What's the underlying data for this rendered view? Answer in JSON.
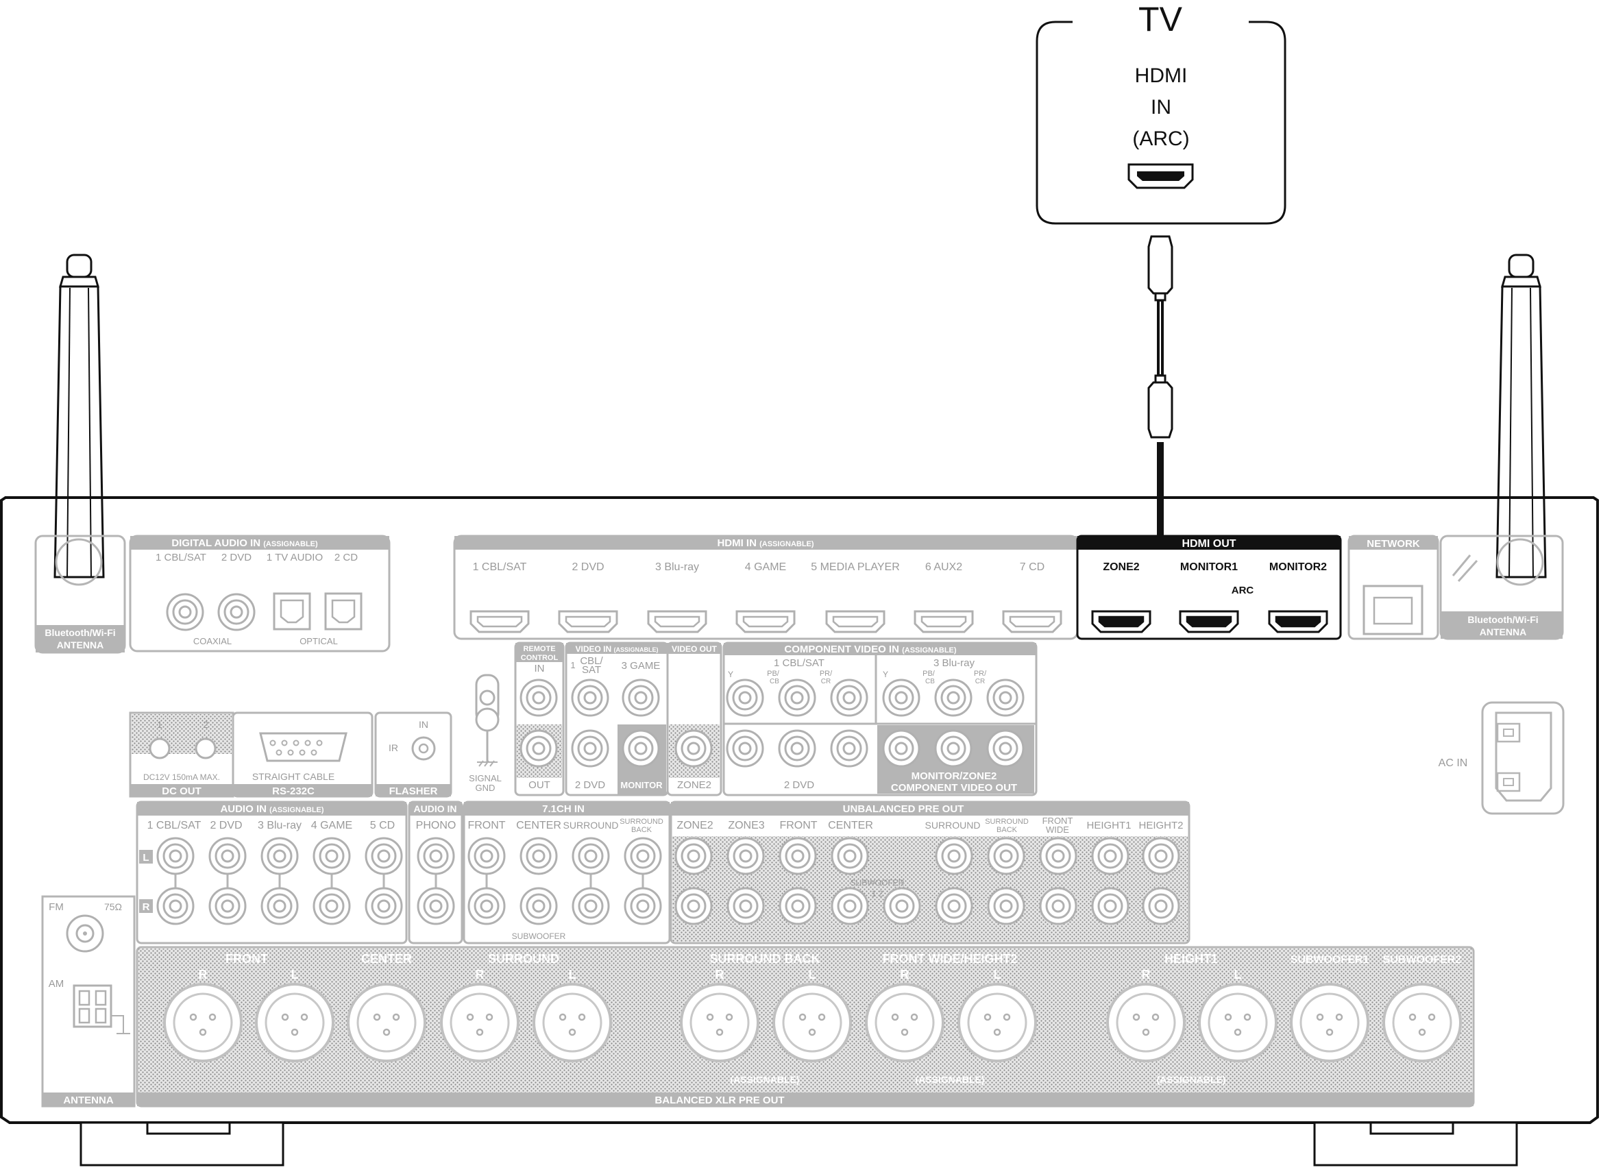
{
  "tv": {
    "title": "TV",
    "port_label_1": "HDMI",
    "port_label_2": "IN",
    "port_label_3": "(ARC)"
  },
  "left_antenna": {
    "label_1": "Bluetooth/Wi-Fi",
    "label_2": "ANTENNA"
  },
  "right_antenna": {
    "label_1": "Bluetooth/Wi-Fi",
    "label_2": "ANTENNA"
  },
  "digital_audio_in": {
    "header": "DIGITAL AUDIO IN",
    "header_note": "(ASSIGNABLE)",
    "inputs": [
      "1 CBL/SAT",
      "2 DVD",
      "1 TV AUDIO",
      "2 CD"
    ],
    "coaxial": "COAXIAL",
    "optical": "OPTICAL"
  },
  "hdmi_in": {
    "header": "HDMI IN",
    "header_note": "(ASSIGNABLE)",
    "inputs": [
      "1 CBL/SAT",
      "2 DVD",
      "3 Blu-ray",
      "4 GAME",
      "5 MEDIA PLAYER",
      "6 AUX2",
      "7 CD"
    ]
  },
  "hdmi_out": {
    "header": "HDMI OUT",
    "outputs": [
      "ZONE2",
      "MONITOR1",
      "MONITOR2"
    ],
    "arc": "ARC"
  },
  "network": {
    "header": "NETWORK"
  },
  "remote_control": {
    "header_1": "REMOTE",
    "header_2": "CONTROL",
    "in": "IN",
    "out": "OUT"
  },
  "video_in": {
    "header": "VIDEO IN",
    "header_note": "(ASSIGNABLE)",
    "in1a": "1",
    "in1b": "CBL/",
    "in1c": "SAT",
    "in3": "3 GAME",
    "in2": "2 DVD",
    "monitor": "MONITOR"
  },
  "video_out": {
    "header": "VIDEO OUT",
    "zone2": "ZONE2"
  },
  "component_video_in": {
    "header": "COMPONENT VIDEO IN",
    "header_note": "(ASSIGNABLE)",
    "group1": "1 CBL/SAT",
    "group3": "3 Blu-ray",
    "group2": "2 DVD",
    "y": "Y",
    "pb": "PB/",
    "cb": "CB",
    "pr": "PR/",
    "cr": "CR"
  },
  "component_video_out": {
    "header": "COMPONENT VIDEO OUT",
    "monitor_zone2": "MONITOR/ZONE2"
  },
  "dc_out": {
    "header": "DC OUT",
    "p1": "1",
    "p2": "2",
    "rating": "DC12V 150mA MAX."
  },
  "rs232c": {
    "header": "RS-232C",
    "cable": "STRAIGHT CABLE"
  },
  "flasher": {
    "header": "FLASHER",
    "in": "IN",
    "ir": "IR"
  },
  "signal_gnd": {
    "label_1": "SIGNAL",
    "label_2": "GND"
  },
  "ac_in": {
    "label": "AC IN"
  },
  "audio_in": {
    "header": "AUDIO IN",
    "header_note": "(ASSIGNABLE)",
    "inputs": [
      "1 CBL/SAT",
      "2 DVD",
      "3 Blu-ray",
      "4 GAME",
      "5 CD"
    ],
    "l": "L",
    "r": "R"
  },
  "phono": {
    "header": "AUDIO IN",
    "label": "PHONO"
  },
  "ch71_in": {
    "header": "7.1CH IN",
    "labels": [
      "FRONT",
      "CENTER",
      "SURROUND"
    ],
    "surround_back_1": "SURROUND",
    "surround_back_2": "BACK",
    "subwoofer": "SUBWOOFER"
  },
  "unbalanced_pre_out": {
    "header": "UNBALANCED PRE OUT",
    "labels": [
      "ZONE2",
      "ZONE3",
      "FRONT",
      "CENTER",
      "SURROUND"
    ],
    "surround_back_1": "SURROUND",
    "surround_back_2": "BACK",
    "front_wide_1": "FRONT",
    "front_wide_2": "WIDE",
    "height1": "HEIGHT1",
    "height2": "HEIGHT2",
    "subwoofer": "SUBWOOFER",
    "sub_nums": "1  2"
  },
  "fm_am": {
    "fm": "FM",
    "ohm": "75Ω",
    "am": "AM",
    "antenna": "ANTENNA"
  },
  "balanced_xlr": {
    "footer": "BALANCED XLR PRE OUT",
    "groups": [
      "FRONT",
      "CENTER",
      "SURROUND",
      "SURROUND BACK",
      "FRONT WIDE/HEIGHT2",
      "HEIGHT1",
      "SUBWOOFER1",
      "SUBWOOFER2"
    ],
    "r": "R",
    "l": "L",
    "assignable": "(ASSIGNABLE)"
  }
}
